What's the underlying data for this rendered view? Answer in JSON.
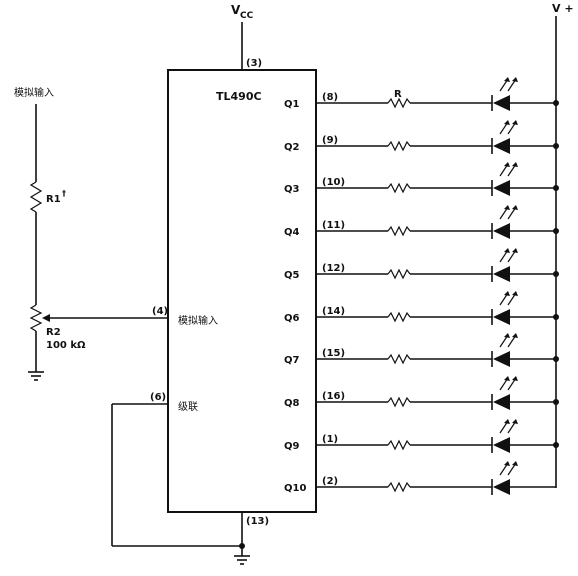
{
  "supply": {
    "vcc": "V",
    "vcc_sub": "CC",
    "vplus": "V +"
  },
  "chip": {
    "part": "TL490C",
    "vcc_pin": "(3)",
    "gnd_pin": "(13)",
    "analog_pin": "(4)",
    "analog_label": "模拟输入",
    "cascade_pin": "(6)",
    "cascade_label": "级联"
  },
  "input": {
    "label": "模拟输入",
    "r1": "R1",
    "r1_mark": "†",
    "r2": "R2",
    "r2_value": "100 kΩ"
  },
  "resistor_label": "R",
  "outputs": [
    {
      "name": "Q1",
      "pin": "(8)"
    },
    {
      "name": "Q2",
      "pin": "(9)"
    },
    {
      "name": "Q3",
      "pin": "(10)"
    },
    {
      "name": "Q4",
      "pin": "(11)"
    },
    {
      "name": "Q5",
      "pin": "(12)"
    },
    {
      "name": "Q6",
      "pin": "(14)"
    },
    {
      "name": "Q7",
      "pin": "(15)"
    },
    {
      "name": "Q8",
      "pin": "(16)"
    },
    {
      "name": "Q9",
      "pin": "(1)"
    },
    {
      "name": "Q10",
      "pin": "(2)"
    }
  ]
}
